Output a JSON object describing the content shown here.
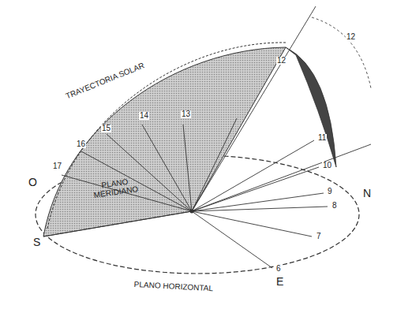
{
  "diagram": {
    "labels": [
      "TRAYECTORIA SOLAR",
      "17",
      "16",
      "15",
      "14",
      "13",
      "12",
      "11",
      "10",
      "9",
      "8",
      "7",
      "6",
      "12",
      "O",
      "S",
      "N",
      "E",
      "PLANO MERIDIANO",
      "PLANO HORIZONTAL"
    ]
  }
}
